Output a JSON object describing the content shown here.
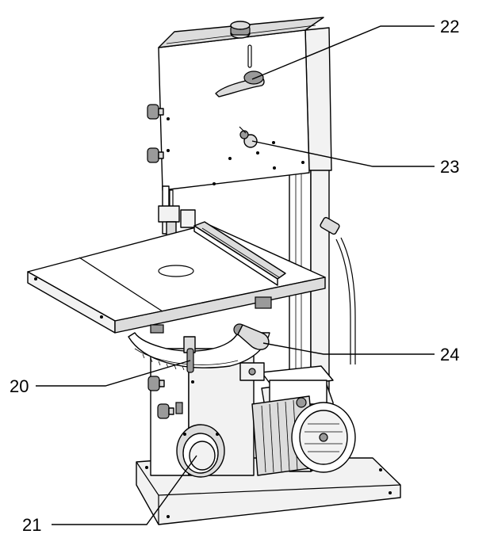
{
  "callouts": [
    {
      "id": "c22",
      "label": "22"
    },
    {
      "id": "c23",
      "label": "23"
    },
    {
      "id": "c24",
      "label": "24"
    },
    {
      "id": "c20",
      "label": "20"
    },
    {
      "id": "c21",
      "label": "21"
    }
  ],
  "colors": {
    "line": "#000000",
    "background": "#ffffff",
    "shade": "#dcdcdc"
  }
}
